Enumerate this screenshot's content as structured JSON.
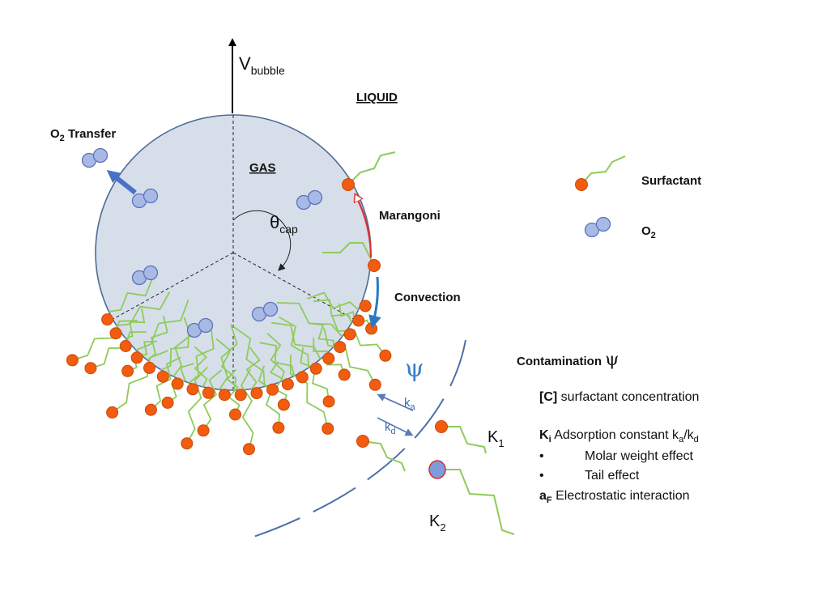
{
  "velocity": {
    "main": "V",
    "sub": "bubble"
  },
  "regions": {
    "liquid": "LIQUID",
    "gas": "GAS"
  },
  "o2_transfer": {
    "main": "O",
    "sub": "2",
    "rest": " Transfer"
  },
  "angle": {
    "main": "θ",
    "sub": "cap"
  },
  "flows": {
    "marangoni": "Marangoni",
    "convection": "Convection"
  },
  "legend": {
    "surfactant": "Surfactant",
    "o2": {
      "main": "O",
      "sub": "2"
    }
  },
  "psi": "ψ",
  "kinetics": {
    "ka": {
      "main": "k",
      "sub": "a"
    },
    "kd": {
      "main": "k",
      "sub": "d"
    }
  },
  "species": {
    "k1": {
      "main": "K",
      "sub": "1"
    },
    "k2": {
      "main": "K",
      "sub": "2"
    }
  },
  "info": {
    "contamination": {
      "text": "Contamination ",
      "symbol": "ψ"
    },
    "concentration": {
      "bold": "[C]",
      "rest": " surfactant concentration"
    },
    "adsorption": {
      "bold": "K",
      "bold_sub": "i",
      "rest": " Adsorption constant k",
      "sub_a": "a",
      "slash": "/k",
      "sub_d": "d"
    },
    "bullets": [
      "Molar weight effect",
      "Tail effect"
    ],
    "electrostatic": {
      "bold": "a",
      "bold_sub": "F",
      "rest": " Electrostatic interaction"
    }
  },
  "colors": {
    "bubble_fill": "#d6deea",
    "bubble_stroke": "#4e6a94",
    "surfactant_head": "#f25c0f",
    "surfactant_tail": "#8fcb5a",
    "o2_fill": "#a9b9e6",
    "o2_stroke": "#5c74b8",
    "marangoni_arrow": "#e03030",
    "convection_arrow": "#2a79c2",
    "transfer_arrow": "#4a72c4",
    "boundary": "#4f6ea8",
    "psi": "#3a7ec9",
    "k2_head": "#7f9be0",
    "k2_stroke": "#d0302a"
  }
}
